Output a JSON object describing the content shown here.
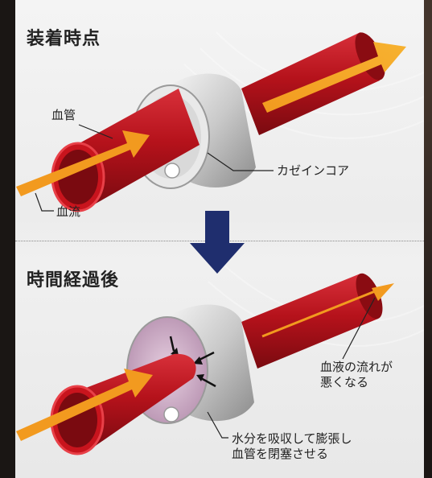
{
  "section_before": {
    "title": "装着時点"
  },
  "section_after": {
    "title": "時間経過後"
  },
  "labels": {
    "blood_vessel": "血管",
    "blood_flow": "血流",
    "casein_core": "カゼインコア",
    "blood_flow_worse_line1": "血液の流れが",
    "blood_flow_worse_line2": "悪くなる",
    "swelling_line1": "水分を吸収して膨張し",
    "swelling_line2": "血管を閉塞させる"
  },
  "colors": {
    "vessel_red": "#b5121b",
    "arrow_orange": "#f29a1f",
    "transition_arrow": "#1f2e6e",
    "core_pink": "#c9a7c0"
  }
}
